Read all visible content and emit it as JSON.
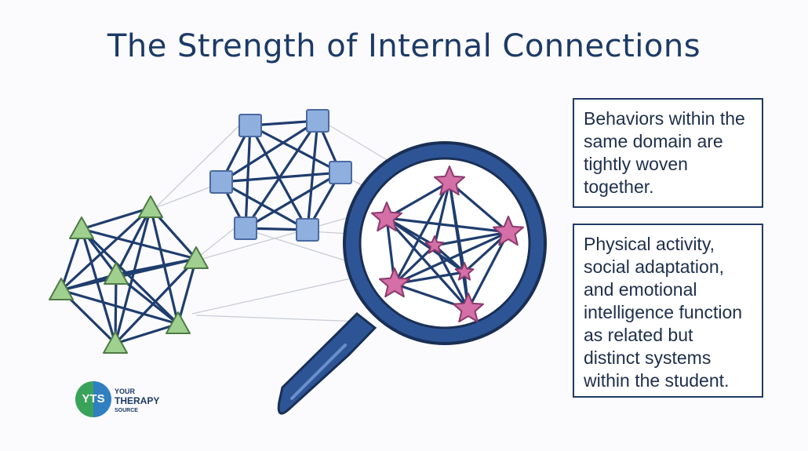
{
  "title": "The Strength of Internal Connections",
  "boxes": {
    "top": "Behaviors within the same domain are tightly woven together.",
    "bottom": "Physical activity, social adaptation, and emotional intelligence function as related but distinct systems within the student."
  },
  "logo": {
    "mark": "YTS",
    "line1": "YOUR",
    "line2": "THERAPY",
    "line3": "SOURCE"
  },
  "colors": {
    "line": "#1f3d6e",
    "triangle": "#9fd08f",
    "square": "#8fb0df",
    "star": "#d46fa8",
    "lens": "#2d5596"
  },
  "icons": [
    "triangle-node-icon",
    "square-node-icon",
    "star-node-icon",
    "magnifying-glass-icon"
  ]
}
